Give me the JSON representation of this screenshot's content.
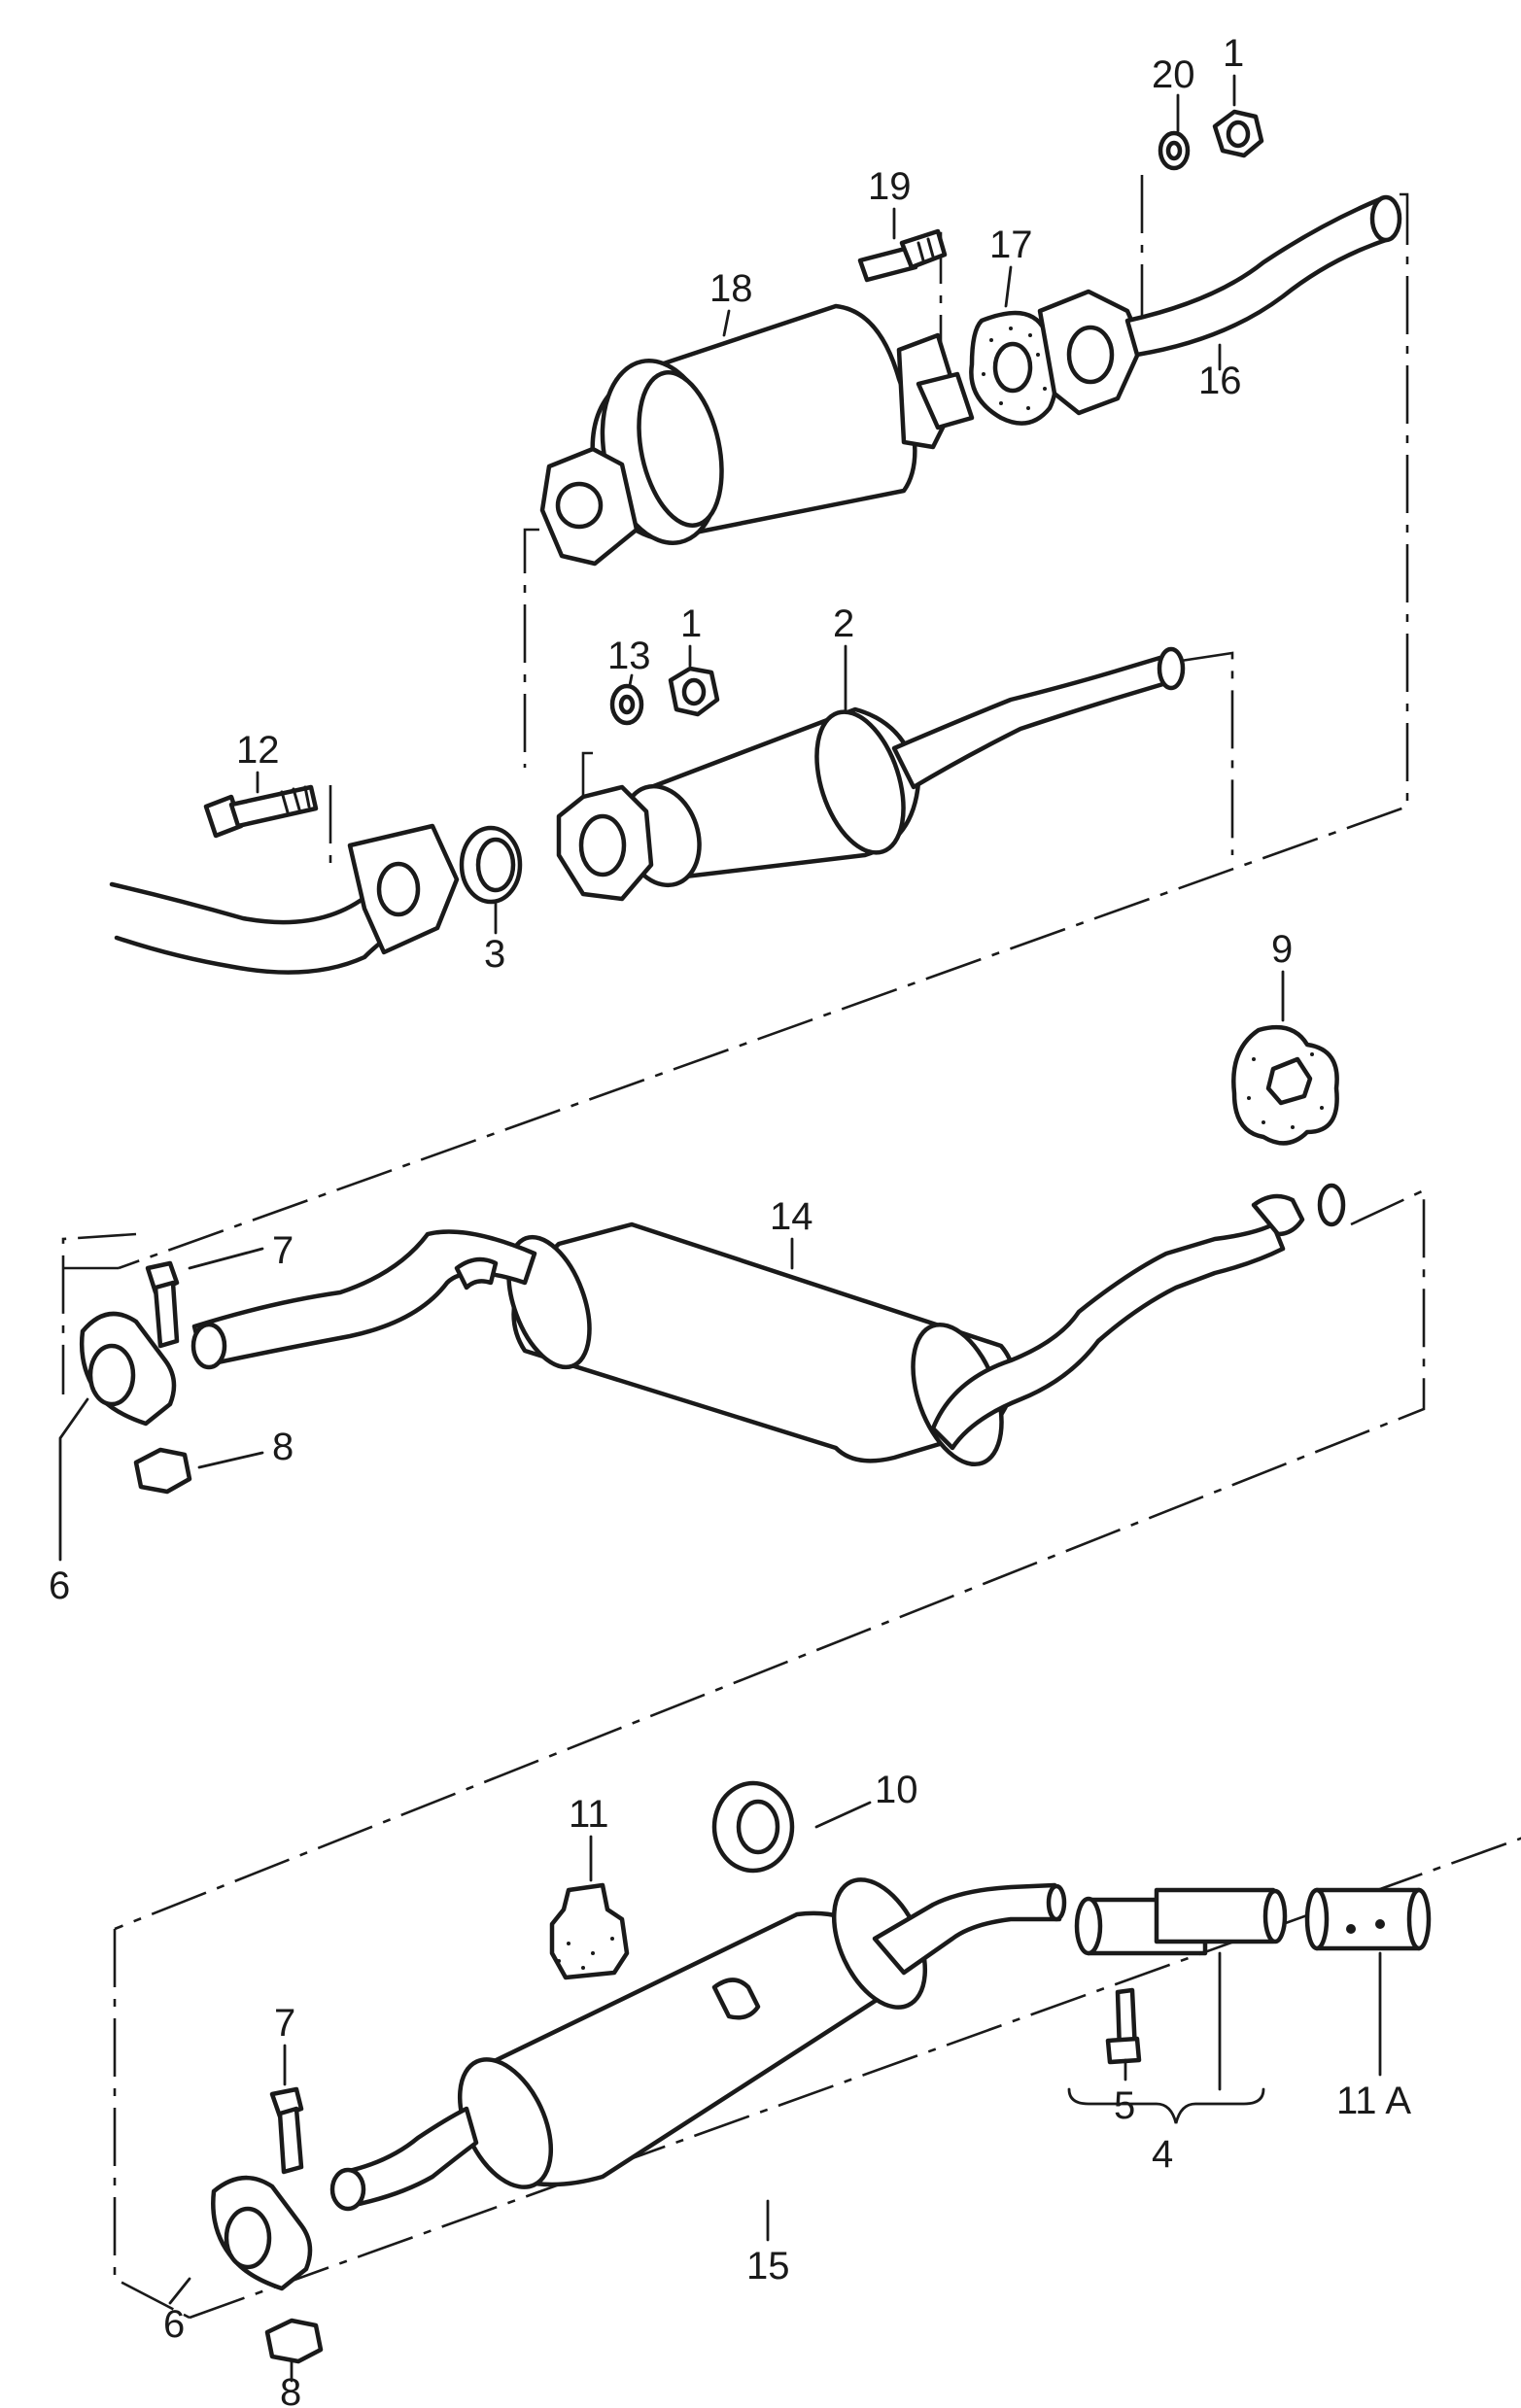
{
  "callouts": [
    {
      "id": "c1a",
      "text": "1"
    },
    {
      "id": "c20",
      "text": "20"
    },
    {
      "id": "c19",
      "text": "19"
    },
    {
      "id": "c17",
      "text": "17"
    },
    {
      "id": "c18",
      "text": "18"
    },
    {
      "id": "c16",
      "text": "16"
    },
    {
      "id": "c13",
      "text": "13"
    },
    {
      "id": "c1b",
      "text": "1"
    },
    {
      "id": "c2",
      "text": "2"
    },
    {
      "id": "c12",
      "text": "12"
    },
    {
      "id": "c3",
      "text": "3"
    },
    {
      "id": "c9",
      "text": "9"
    },
    {
      "id": "c14",
      "text": "14"
    },
    {
      "id": "c7a",
      "text": "7"
    },
    {
      "id": "c8a",
      "text": "8"
    },
    {
      "id": "c6a",
      "text": "6"
    },
    {
      "id": "c11",
      "text": "11"
    },
    {
      "id": "c10",
      "text": "10"
    },
    {
      "id": "c7b",
      "text": "7"
    },
    {
      "id": "c5",
      "text": "5"
    },
    {
      "id": "c11a",
      "text": "11 A"
    },
    {
      "id": "c4",
      "text": "4"
    },
    {
      "id": "c15",
      "text": "15"
    },
    {
      "id": "c6b",
      "text": "6"
    },
    {
      "id": "c8b",
      "text": "8"
    }
  ]
}
